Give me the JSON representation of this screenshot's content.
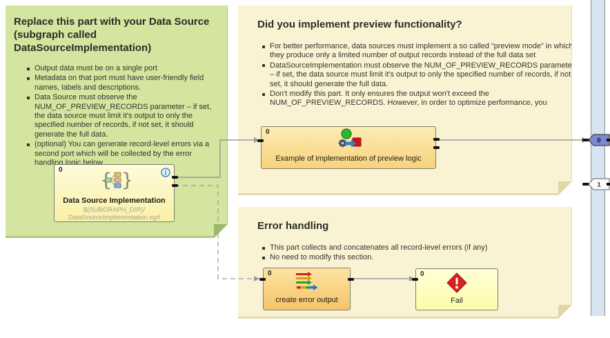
{
  "notes": {
    "data_source": {
      "title": "Replace this part with your Data Source (subgraph called DataSourceImplementation)",
      "bullets": [
        "Output data must be on a single port",
        "Metadata on that port must have user-friendly field names, labels and descriptions.",
        "Data Source must observe the NUM_OF_PREVIEW_RECORDS parameter – if set, the data source must limit it's output to only the specified number of records, if not set, it should generate the full data.",
        "(optional) You can generate record-level errors via a second port which will be collected by the error handling logic below"
      ]
    },
    "preview": {
      "title": "Did you implement preview functionality?",
      "bullets": [
        "For better performance, data sources must implement a so called “preview mode” in which they produce only a limited number of output records instead of the full data set",
        "DataSourceImplementation must observe the NUM_OF_PREVIEW_RECORDS parameter – if set, the data source must limit it's output to only the specified number of records, if not set, it should generate the full data.",
        "Don't modify this part. It only ensures the output won't exceed the NUM_OF_PREVIEW_RECORDS. However, in order to optimize performance, you"
      ]
    },
    "error_handling": {
      "title": "Error handling",
      "bullets": [
        "This part collects and concatenates all record-level errors (if any)",
        "No need to modify this section."
      ]
    }
  },
  "components": {
    "data_source_implementation": {
      "port_label": "0",
      "label": "Data Source Implementation",
      "sublabel_line1": "${SUBGRAPH_DIR}/",
      "sublabel_line2": "DataSourceImplementation.sgrf",
      "icon": "subgraph-icon",
      "badge": "info-icon"
    },
    "preview_logic": {
      "port_label": "0",
      "label": "Example of implementation of preview logic",
      "icon": "preview-component-icon"
    },
    "create_error_output": {
      "port_label": "0",
      "label": "create error output",
      "icon": "concatenate-icon"
    },
    "fail": {
      "port_label": "0",
      "label": "Fail",
      "icon": "fail-icon"
    }
  },
  "output_ports": {
    "port0": "0",
    "port1": "1"
  },
  "colors": {
    "note_green": "#d3e59e",
    "note_green_fold": "#9cb768",
    "note_cream": "#faf3d3",
    "note_cream_fold": "#e3d5a4",
    "component_pale_yellow": "#fdf7bf",
    "component_orange": "#fbdd92",
    "component_lemon": "#ffffc4",
    "port_selected_blue": "#7b89d2",
    "io_bar_blue": "#d9e4f1",
    "edge_gray": "#9a9a9a",
    "fail_red": "#d92121"
  }
}
